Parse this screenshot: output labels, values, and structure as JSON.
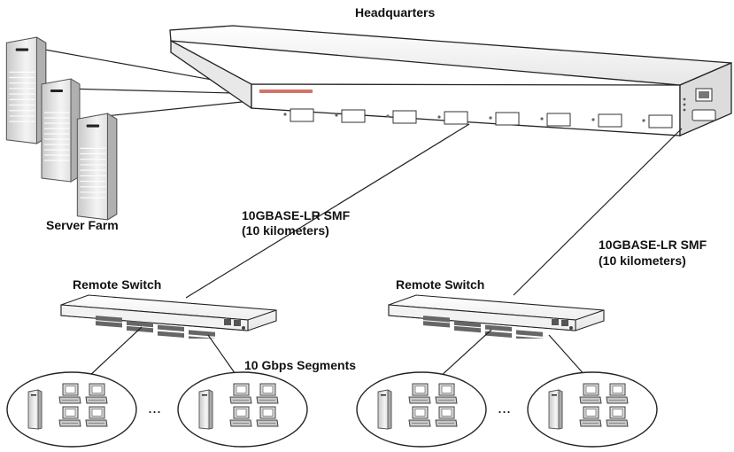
{
  "labels": {
    "headquarters": "Headquarters",
    "server_farm": "Server Farm",
    "link_left_line1": "10GBASE-LR SMF",
    "link_left_line2": "(10 kilometers)",
    "link_right_line1": "10GBASE-LR SMF",
    "link_right_line2": "(10 kilometers)",
    "remote_switch_left": "Remote Switch",
    "remote_switch_right": "Remote Switch",
    "segments": "10 Gbps Segments",
    "ellipsis_left": "...",
    "ellipsis_right": "..."
  },
  "icons": [
    "server-tower-icon",
    "network-switch-icon",
    "workstation-icon"
  ],
  "colors": {
    "line": "#222222",
    "panel": "#ffffff",
    "shade": "#bfbfbf"
  }
}
